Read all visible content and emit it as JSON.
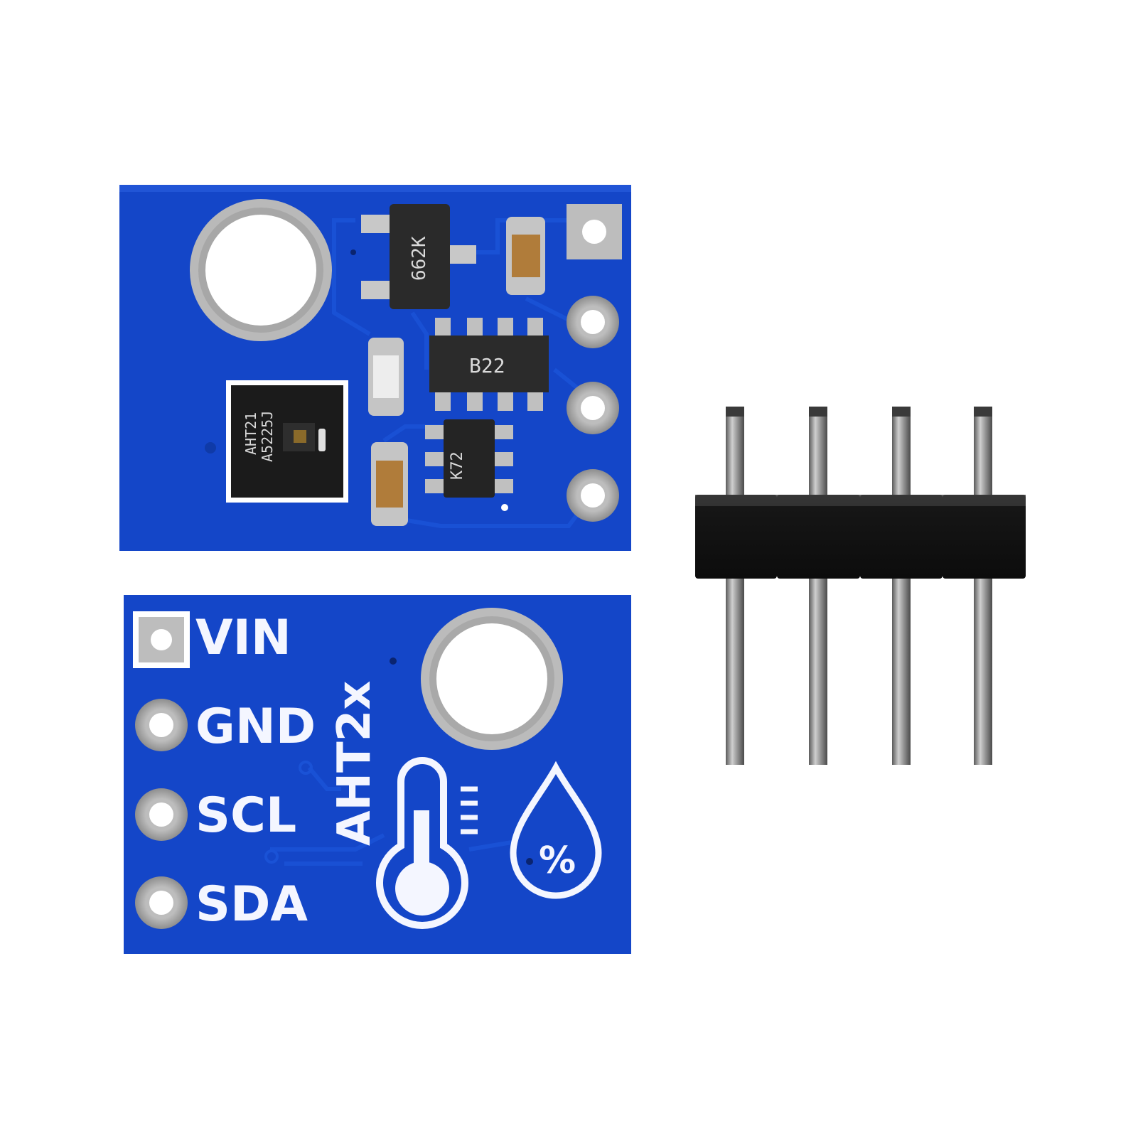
{
  "colors": {
    "background": "#ffffff",
    "pcb_blue": "#1446c8",
    "pcb_blue_dark": "#0f3aa8",
    "trace_blue": "#1a52d6",
    "silkscreen": "#f4f6ff",
    "pad_silver": "#c9c9c9",
    "chip_black": "#1c1c1c",
    "header_plastic": "#151515",
    "pin_metal": "#8a8a8a"
  },
  "top_board": {
    "regulator_marking": "662K",
    "resistor_array_marking": "B22",
    "sensor_marking_line1": "AHT21",
    "sensor_marking_line2": "A5225J",
    "mosfet_marking": "K72"
  },
  "bottom_board": {
    "pin_labels": [
      "VIN",
      "GND",
      "SCL",
      "SDA"
    ],
    "model_label": "AHT2x",
    "humidity_symbol": "%",
    "icons": [
      "thermometer-icon",
      "humidity-drop-icon"
    ]
  },
  "pin_header": {
    "pin_count": 4
  }
}
